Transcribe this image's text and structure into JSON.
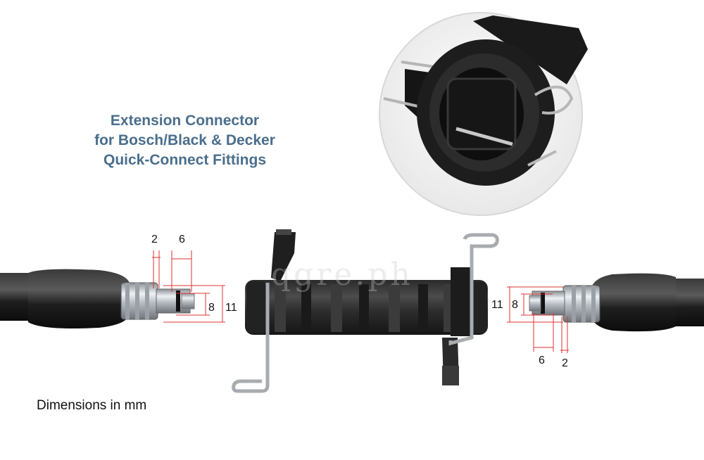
{
  "title": {
    "line1": "Extension Connector",
    "line2": "for Bosch/Black & Decker",
    "line3": "Quick-Connect Fittings"
  },
  "footer": "Dimensions in mm",
  "watermark": "qgre.ph",
  "dimensions": {
    "left": {
      "gap": "2",
      "length": "6",
      "inner_dia": "8",
      "outer_dia": "11"
    },
    "right": {
      "gap": "2",
      "length": "6",
      "inner_dia": "8",
      "outer_dia": "11"
    }
  },
  "colors": {
    "title": "#4a6e8c",
    "dimension_line": "#e03030",
    "hose": "#1c1c1c",
    "metal": "#c8ccd2"
  }
}
